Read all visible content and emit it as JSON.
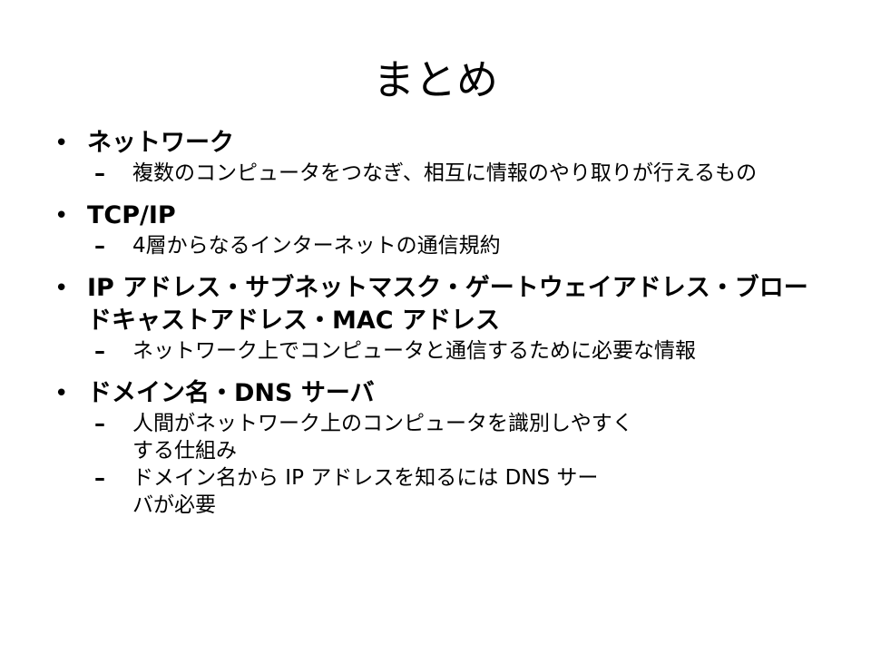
{
  "slide": {
    "title": "まとめ",
    "bullet_symbol": "•",
    "dash_symbol": "–",
    "items": [
      {
        "label": "ネットワーク",
        "subs": [
          "複数のコンピュータをつなぎ、相互に情報のやり取りが行えるもの"
        ]
      },
      {
        "label": "TCP/IP",
        "subs": [
          "4層からなるインターネットの通信規約"
        ]
      },
      {
        "label": "IP アドレス・サブネットマスク・ゲートウェイアドレス・ブロードキャストアドレス・MAC アドレス",
        "subs": [
          "ネットワーク上でコンピュータと通信するために必要な情報"
        ]
      },
      {
        "label": "ドメイン名・DNS サーバ",
        "subs": [
          "人間がネットワーク上のコンピュータを識別しやすくする仕組み",
          "ドメイン名から IP アドレスを知るには DNS サーバが必要"
        ]
      }
    ]
  }
}
